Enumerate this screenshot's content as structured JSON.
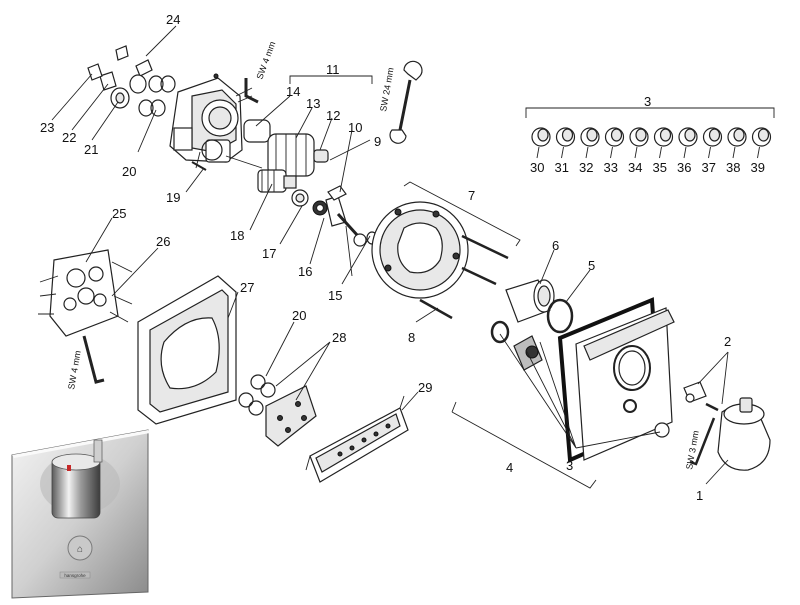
{
  "part_numbers": {
    "n1": "1",
    "n2": "2",
    "n3_top": "3",
    "n3_bottom": "3",
    "n4": "4",
    "n5": "5",
    "n6": "6",
    "n7": "7",
    "n8": "8",
    "n9": "9",
    "n10": "10",
    "n11": "11",
    "n12": "12",
    "n13": "13",
    "n14": "14",
    "n15": "15",
    "n16": "16",
    "n17": "17",
    "n18": "18",
    "n19": "19",
    "n20_left": "20",
    "n20_mid": "20",
    "n21": "21",
    "n22": "22",
    "n23": "23",
    "n24": "24",
    "n25": "25",
    "n26": "26",
    "n27": "27",
    "n28": "28",
    "n29": "29"
  },
  "symbol_series": [
    "30",
    "31",
    "32",
    "33",
    "34",
    "35",
    "36",
    "37",
    "38",
    "39"
  ],
  "tool_labels": {
    "hex_key_top": "SW 4 mm",
    "wrench": "SW 24 mm",
    "hex_key_left": "SW 4 mm",
    "hex_key_right": "SW 3 mm"
  },
  "brand_label": "hansgrohe"
}
